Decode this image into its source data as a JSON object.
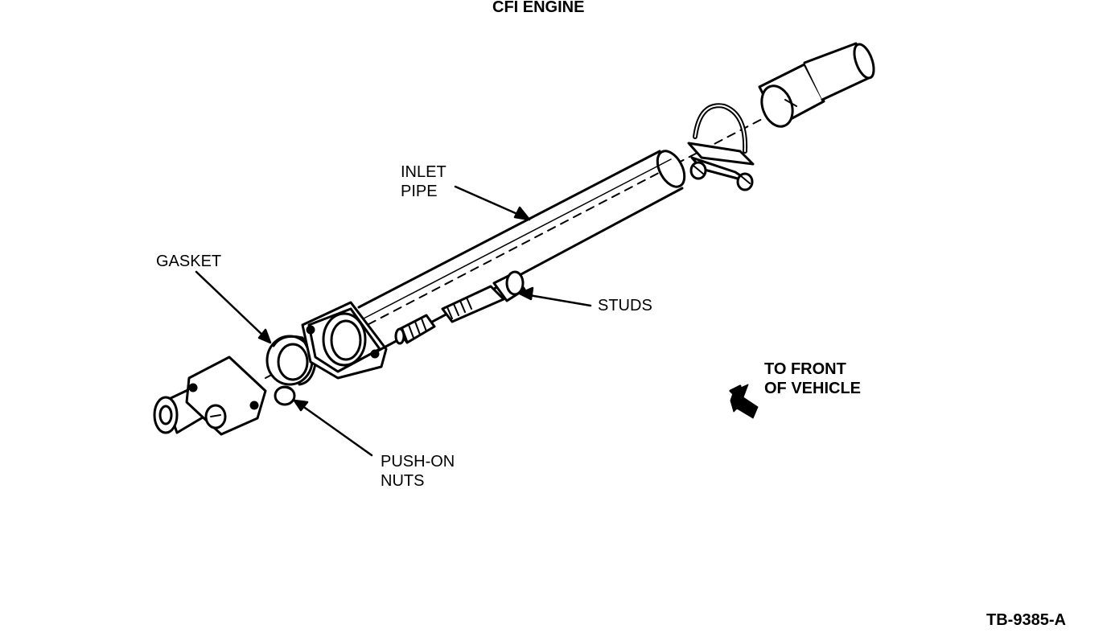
{
  "figure": {
    "title": "CFI ENGINE",
    "figure_code": "TB-9385-A"
  },
  "callouts": {
    "inlet_pipe": "INLET\nPIPE",
    "gasket": "GASKET",
    "studs": "STUDS",
    "push_on_nuts": "PUSH-ON\nNUTS",
    "front_indicator": "TO FRONT\nOF VEHICLE"
  },
  "parts": [
    {
      "name": "exhaust-manifold-outlet"
    },
    {
      "name": "gasket"
    },
    {
      "name": "push-on-nut"
    },
    {
      "name": "inlet-pipe"
    },
    {
      "name": "studs"
    },
    {
      "name": "u-bolt-clamp"
    },
    {
      "name": "tailpipe-sleeve"
    }
  ],
  "colors": {
    "ink": "#000000",
    "paper": "#ffffff"
  }
}
